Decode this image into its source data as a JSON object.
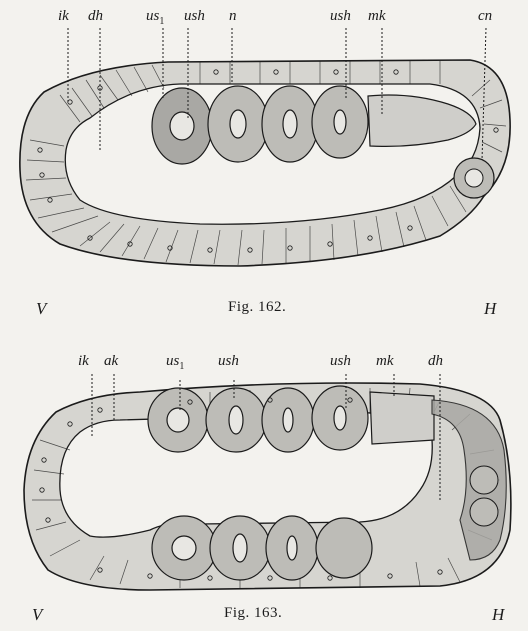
{
  "figures": [
    {
      "caption": "Fig. 162.",
      "corner_left": "V",
      "corner_right": "H",
      "labels": [
        {
          "text": "ik",
          "sub": ""
        },
        {
          "text": "dh",
          "sub": ""
        },
        {
          "text": "us",
          "sub": "1"
        },
        {
          "text": "ush",
          "sub": ""
        },
        {
          "text": "n",
          "sub": ""
        },
        {
          "text": "ush",
          "sub": ""
        },
        {
          "text": "mk",
          "sub": ""
        },
        {
          "text": "cn",
          "sub": ""
        }
      ]
    },
    {
      "caption": "Fig. 163.",
      "corner_left": "V",
      "corner_right": "H",
      "labels": [
        {
          "text": "ik",
          "sub": ""
        },
        {
          "text": "ak",
          "sub": ""
        },
        {
          "text": "us",
          "sub": "1"
        },
        {
          "text": "ush",
          "sub": ""
        },
        {
          "text": "ush",
          "sub": ""
        },
        {
          "text": "mk",
          "sub": ""
        },
        {
          "text": "dh",
          "sub": ""
        }
      ]
    }
  ],
  "colors": {
    "background": "#f3f2ee",
    "cell_fill": "#d6d5d0",
    "shaded_fill": "#a9a8a4",
    "ink": "#1b1b1b"
  }
}
